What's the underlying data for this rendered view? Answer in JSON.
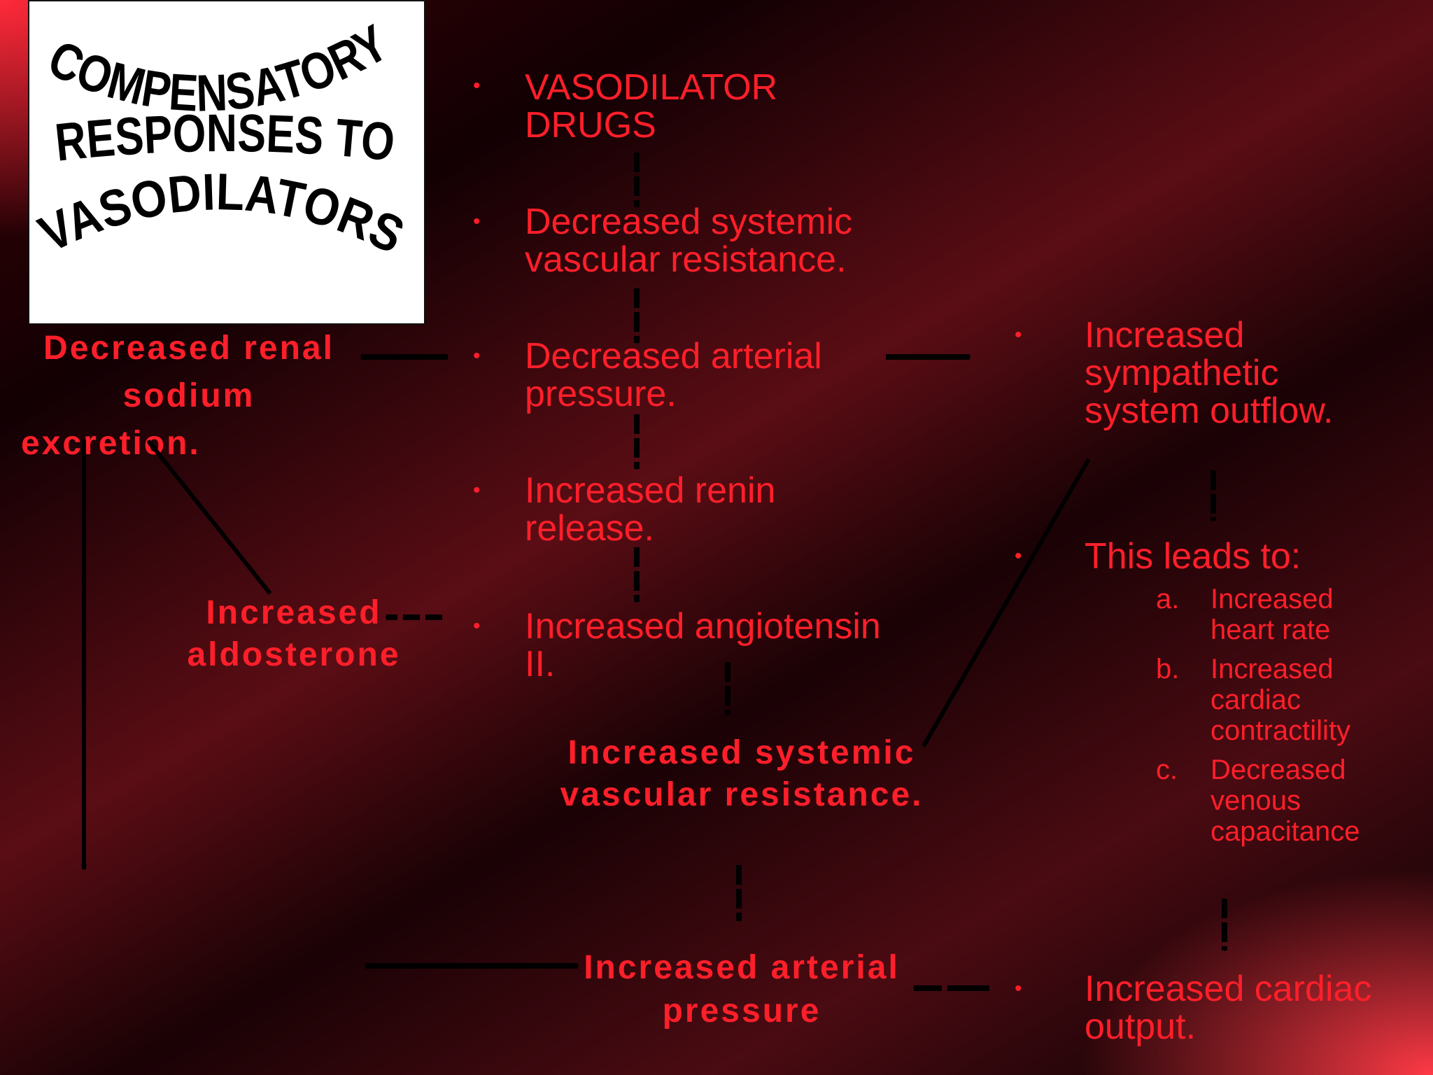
{
  "title_art": {
    "line1": "COMPENSATORY",
    "line2": "RESPONSES TO",
    "line3": "VASODILATORS"
  },
  "center": {
    "item1": [
      "VASODILATOR",
      "DRUGS"
    ],
    "item2": [
      "Decreased systemic",
      "vascular resistance."
    ],
    "item3": [
      "Decreased arterial",
      "pressure."
    ],
    "item4": [
      "Increased renin",
      "release."
    ],
    "item5": [
      "Increased angiotensin",
      "II."
    ],
    "bullet": "•"
  },
  "left": {
    "renal": [
      "Decreased renal",
      "sodium",
      "excretion."
    ],
    "aldosterone": [
      "Increased",
      "aldosterone"
    ]
  },
  "bottom": {
    "svr": [
      "Increased systemic",
      "vascular resistance."
    ],
    "arterial": [
      "Increased arterial",
      "pressure"
    ]
  },
  "right": {
    "sympathetic": [
      "Increased",
      "sympathetic",
      "system outflow."
    ],
    "leads": "This leads to:",
    "list": [
      {
        "letter": "a.",
        "lines": [
          "Increased",
          "heart rate"
        ]
      },
      {
        "letter": "b.",
        "lines": [
          "Increased",
          "cardiac",
          "contractility"
        ]
      },
      {
        "letter": "c.",
        "lines": [
          "Decreased",
          "venous",
          "capacitance"
        ]
      }
    ],
    "output": [
      "Increased cardiac",
      "output."
    ]
  }
}
